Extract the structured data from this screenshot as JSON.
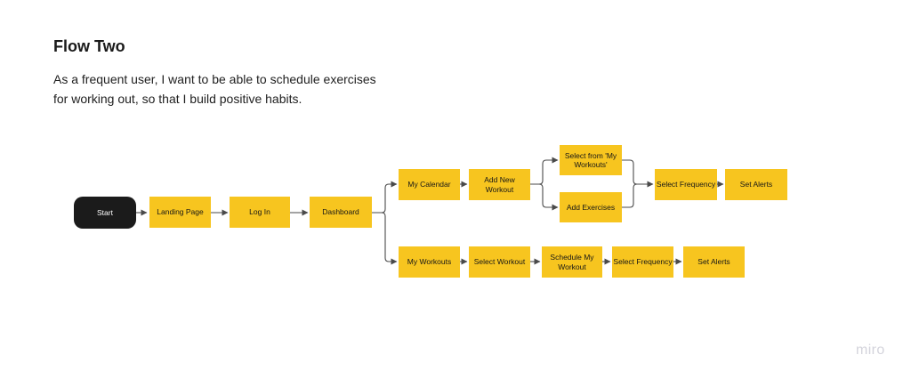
{
  "header": {
    "title": "Flow Two",
    "user_story_line1": "As a frequent user, I want to be able to schedule exercises",
    "user_story_line2": "for working out, so that I build positive habits."
  },
  "flow": {
    "nodes": [
      {
        "id": "start",
        "label": "Start",
        "type": "terminal"
      },
      {
        "id": "landing-page",
        "label": "Landing Page",
        "type": "process"
      },
      {
        "id": "log-in",
        "label": "Log In",
        "type": "process"
      },
      {
        "id": "dashboard",
        "label": "Dashboard",
        "type": "process"
      },
      {
        "id": "my-calendar",
        "label": "My Calendar",
        "type": "process"
      },
      {
        "id": "add-new-workout",
        "label": "Add New\nWorkout",
        "type": "process"
      },
      {
        "id": "select-from-my-workouts",
        "label": "Select from 'My\nWorkouts'",
        "type": "process"
      },
      {
        "id": "add-exercises",
        "label": "Add Exercises",
        "type": "process"
      },
      {
        "id": "select-frequency-upper",
        "label": "Select Frequency",
        "type": "process"
      },
      {
        "id": "set-alerts-upper",
        "label": "Set Alerts",
        "type": "process"
      },
      {
        "id": "my-workouts",
        "label": "My Workouts",
        "type": "process"
      },
      {
        "id": "select-workout",
        "label": "Select Workout",
        "type": "process"
      },
      {
        "id": "schedule-my-workout",
        "label": "Schedule My\nWorkout",
        "type": "process"
      },
      {
        "id": "select-frequency-lower",
        "label": "Select Frequency",
        "type": "process"
      },
      {
        "id": "set-alerts-lower",
        "label": "Set Alerts",
        "type": "process"
      }
    ]
  },
  "watermark": "miro",
  "colors": {
    "node_fill": "#F7C51F",
    "terminal_fill": "#1B1B1B",
    "connector": "#4A4A4A",
    "watermark": "#D4D4DC",
    "background": "#FFFFFF"
  }
}
